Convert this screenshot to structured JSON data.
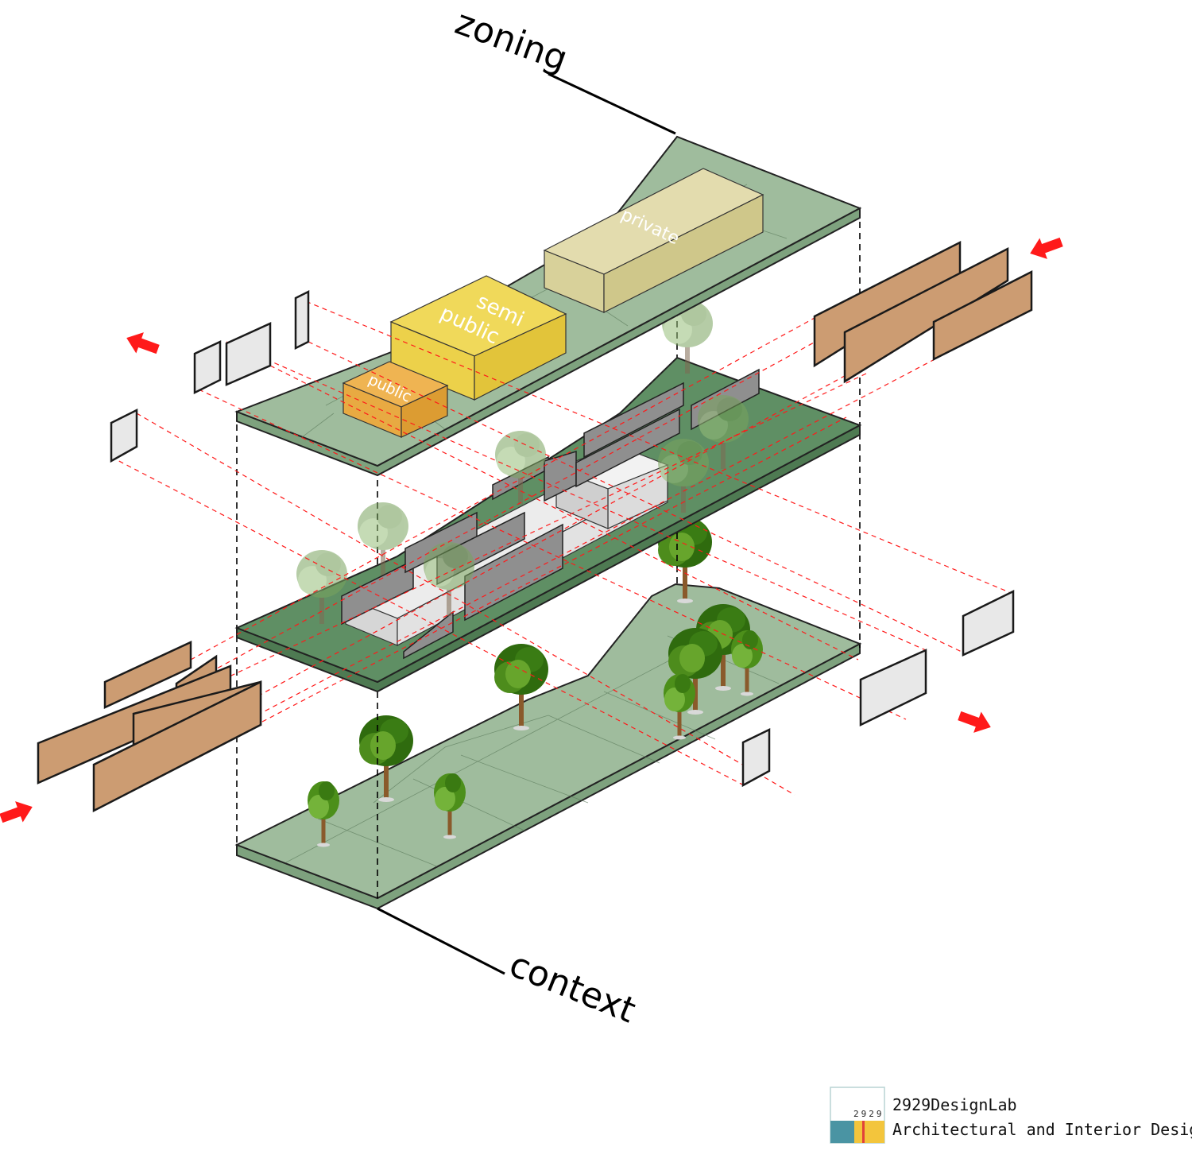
{
  "labels": {
    "top_layer": "zoning",
    "bottom_layer": "context"
  },
  "zones": {
    "private": "private",
    "semi_line1": "semi",
    "semi_line2": "public",
    "public": "public"
  },
  "logo": {
    "mark_number": "2929",
    "name": "2929DesignLab",
    "tagline": "Architectural and Interior Design",
    "colors": [
      "#4a94a3",
      "#f3c53c",
      "#e2413a"
    ]
  },
  "colors": {
    "plate_light": "#9fbc9d",
    "plate_dark": "#5f8f64",
    "private_block": "#d8d19a",
    "semi_public_block": "#ecd14a",
    "public_block": "#e8aa42",
    "wood_panel": "#cc9c72",
    "flow_arrow": "#ff1a1a"
  }
}
